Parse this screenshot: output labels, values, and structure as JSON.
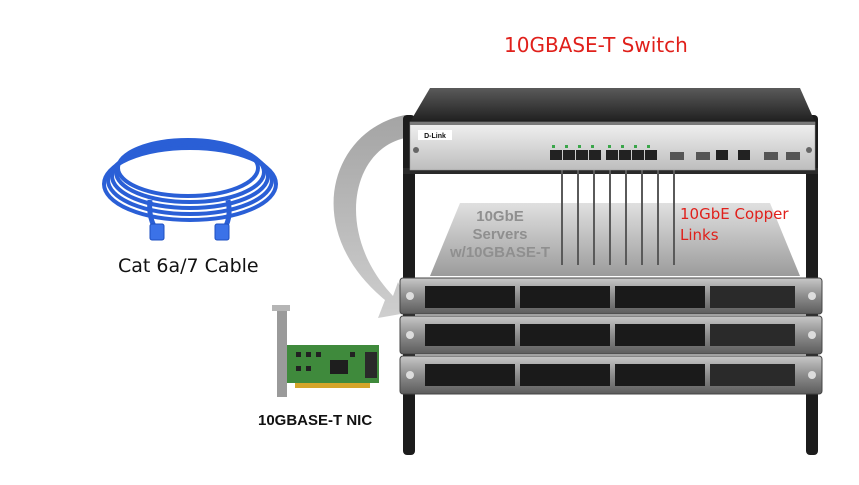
{
  "labels": {
    "title": "10GBASE-T Switch",
    "copper_line1": "10GbE Copper",
    "copper_line2": "Links",
    "servers_line1": "10GbE",
    "servers_line2": "Servers",
    "servers_line3": "w/10GBASE-T",
    "cable": "Cat 6a/7 Cable",
    "nic": "10GBASE-T NIC"
  },
  "switch_brand": "D-Link",
  "colors": {
    "accent_red": "#e0201b",
    "cable_blue": "#2a5fd6",
    "nic_green": "#3f8a3c",
    "rack_post": "#1c1c1c"
  }
}
